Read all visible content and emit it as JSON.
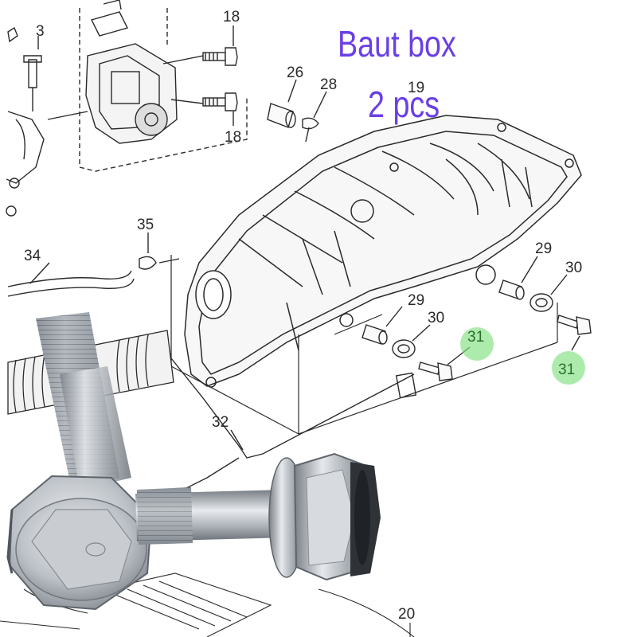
{
  "title": {
    "line1": "Baut box",
    "line2": "2 pcs"
  },
  "colors": {
    "title": "#6a3fe6",
    "highlight": "#7fe07f",
    "line": "#2a2a2a",
    "metal": "#b9bec4"
  },
  "callouts": [
    {
      "id": "c3",
      "label": "3"
    },
    {
      "id": "c18a",
      "label": "18"
    },
    {
      "id": "c18b",
      "label": "18"
    },
    {
      "id": "c26",
      "label": "26"
    },
    {
      "id": "c28",
      "label": "28"
    },
    {
      "id": "c19",
      "label": "19"
    },
    {
      "id": "c35",
      "label": "35"
    },
    {
      "id": "c34",
      "label": "34"
    },
    {
      "id": "c29a",
      "label": "29"
    },
    {
      "id": "c30a",
      "label": "30"
    },
    {
      "id": "c29b",
      "label": "29"
    },
    {
      "id": "c30b",
      "label": "30"
    },
    {
      "id": "c32",
      "label": "32"
    },
    {
      "id": "c20",
      "label": "20"
    }
  ],
  "highlighted": [
    {
      "id": "h31a",
      "label": "31"
    },
    {
      "id": "h31b",
      "label": "31"
    }
  ]
}
